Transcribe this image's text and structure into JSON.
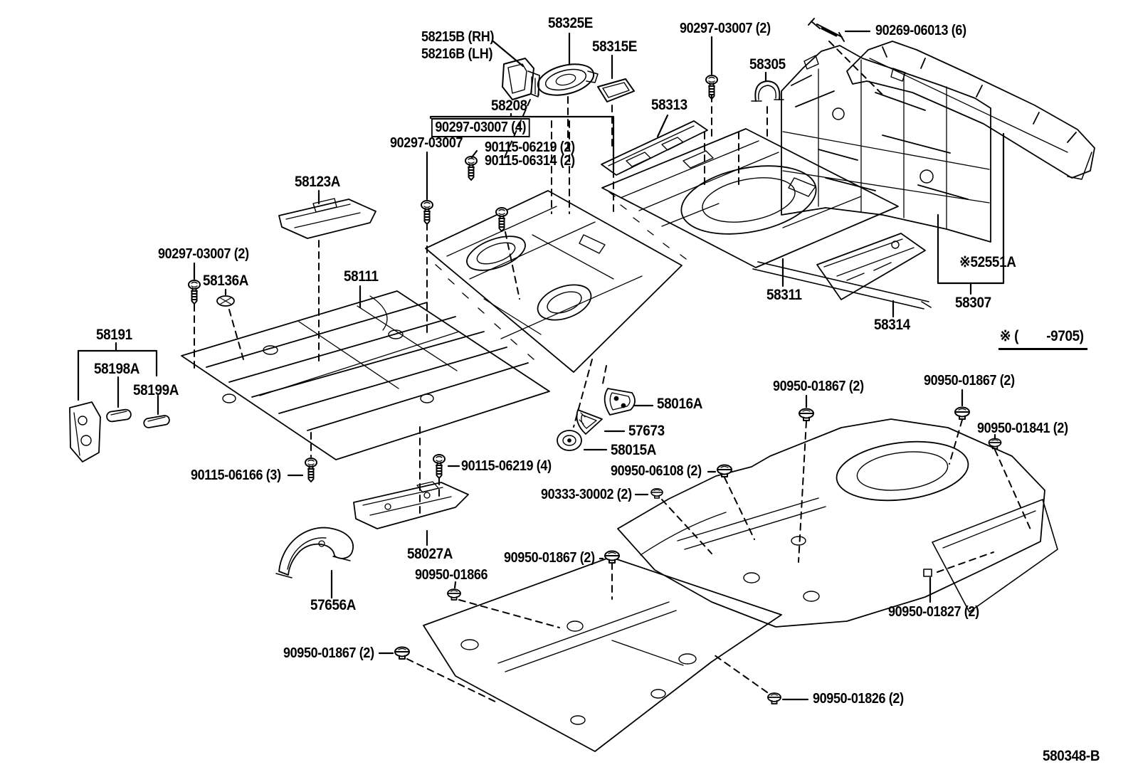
{
  "diagram": {
    "code": "580348-B",
    "footnote": "※ (        -9705)",
    "background_color": "#ffffff",
    "line_color": "#000000",
    "text_color": "#000000",
    "description": "floor pan and lower back panel exploded parts diagram"
  },
  "labels": {
    "bracket_rh": "58215B (RH)",
    "bracket_lh": "58216B (LH)",
    "plate_58325e": "58325E",
    "plate_58315e": "58315E",
    "screw_top": "90297-03007 (2)",
    "bolt_90269": "90269-06013 (6)",
    "clamp_58305": "58305",
    "member_58313": "58313",
    "pan_58208": "58208",
    "screw_58208_box": "90297-03007 (4)",
    "screw_58208": "90297-03007",
    "bolt_06219_2": "90115-06219 (2)",
    "bolt_06314_2": "90115-06314 (2)",
    "reinf_58123a": "58123A",
    "screw_left": "90297-03007 (2)",
    "clip_58136a": "58136A",
    "pan_58111": "58111",
    "bracket_58191": "58191",
    "pin_58198a": "58198A",
    "pin_58199a": "58199A",
    "bolt_06166_3": "90115-06166 (3)",
    "bolt_06219_4": "90115-06219 (4)",
    "plate_58016a": "58016A",
    "plug_57673": "57673",
    "grommet_58015a": "58015A",
    "clip_06108": "90950-06108 (2)",
    "clip_30002": "90333-30002 (2)",
    "brace_58027a": "58027A",
    "clip_01866": "90950-01866",
    "clip_01867_mid": "90950-01867 (2)",
    "bracket_57656a": "57656A",
    "clip_01867_bl": "90950-01867 (2)",
    "clip_01867_r1": "90950-01867 (2)",
    "clip_01867_r2": "90950-01867 (2)",
    "clip_01841": "90950-01841 (2)",
    "pan_58311": "58311",
    "member_58314": "58314",
    "panel_52551a": "※52551A",
    "panel_58307": "58307",
    "clip_01827": "90950-01827 (2)",
    "clip_01826": "90950-01826 (2)"
  }
}
